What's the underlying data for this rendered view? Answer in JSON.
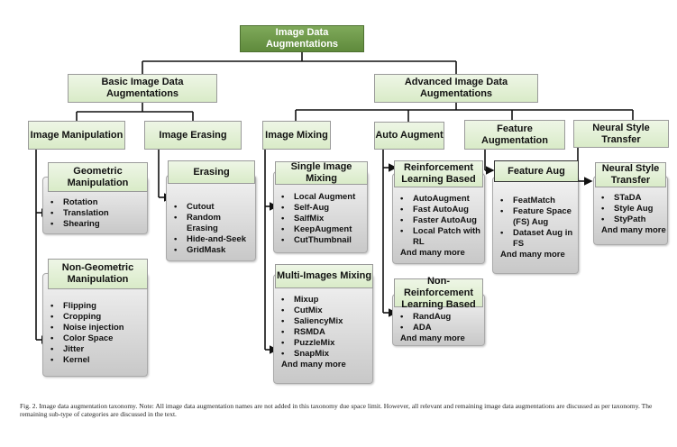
{
  "root": "Image Data Augmentations",
  "level1": {
    "basic": "Basic Image Data Augmentations",
    "advanced": "Advanced Image Data Augmentations"
  },
  "level2": {
    "image_manipulation": "Image Manipulation",
    "image_erasing": "Image Erasing",
    "image_mixing": "Image Mixing",
    "auto_augment": "Auto Augment",
    "feature_augmentation": "Feature Augmentation",
    "neural_style_transfer": "Neural Style Transfer"
  },
  "groups": {
    "geometric": {
      "title_lines": [
        "Geometric",
        "Manipulation"
      ],
      "items": [
        "Rotation",
        "Translation",
        "Shearing"
      ]
    },
    "non_geometric": {
      "title_lines": [
        "Non-Geometric",
        "Manipulation"
      ],
      "items": [
        "Flipping",
        "Cropping",
        "Noise injection",
        "Color Space",
        "Jitter",
        "Kernel"
      ]
    },
    "erasing": {
      "title": "Erasing",
      "items": [
        "Cutout",
        "Random Erasing",
        "Hide-and-Seek",
        "GridMask"
      ]
    },
    "single_mixing": {
      "title": "Single Image Mixing",
      "items": [
        "Local Augment",
        "Self-Aug",
        "SalfMix",
        "KeepAugment",
        "CutThumbnail"
      ]
    },
    "multi_mixing": {
      "title": "Multi-Images Mixing",
      "items": [
        "Mixup",
        "CutMix",
        "SaliencyMix",
        "RSMDA",
        "PuzzleMix",
        "SnapMix"
      ],
      "more": "And many more"
    },
    "rl_based": {
      "title_lines": [
        "Reinforcement",
        "Learning Based"
      ],
      "items": [
        "AutoAugment",
        "Fast AutoAug",
        "Faster AutoAug",
        "Local Patch with RL"
      ],
      "more": "And many more"
    },
    "non_rl_based": {
      "title_lines": [
        "Non-Reinforcement",
        "Learning Based"
      ],
      "items": [
        "RandAug",
        "ADA"
      ],
      "more": "And many more"
    },
    "feature_aug": {
      "title": "Feature Aug",
      "items": [
        "FeatMatch",
        "Feature Space (FS) Aug",
        "Dataset Aug in FS"
      ],
      "more": "And many more"
    },
    "nst": {
      "title_lines": [
        "Neural Style",
        "Transfer"
      ],
      "items": [
        "STaDA",
        "Style Aug",
        "StyPath"
      ],
      "more": "And many more"
    }
  },
  "caption": "Fig. 2.  Image data augmentation taxonomy. Note: All image data augmentation names are not added in this taxonomy due space limit. However, all relevant and remaining image data augmentations are discussed as per taxonomy. The remaining sub-type of categories are discussed in the text."
}
